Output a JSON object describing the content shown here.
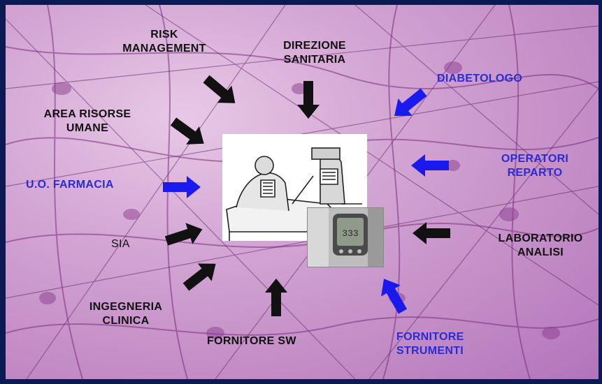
{
  "labels": {
    "risk": [
      "RISK",
      "MANAGEMENT"
    ],
    "direzione": [
      "DIREZIONE",
      "SANITARIA"
    ],
    "diabetologo": "DIABETOLOGO",
    "area": [
      "AREA RISORSE",
      "UMANE"
    ],
    "operatori": [
      "OPERATORI",
      "REPARTO"
    ],
    "farmacia": "U.O. FARMACIA",
    "sia": "SIA",
    "laboratorio": [
      "LABORATORIO",
      "ANALISI"
    ],
    "ingegneria": [
      "INGEGNERIA",
      "CLINICA"
    ],
    "fornitore_sw": "FORNITORE SW",
    "fornitore_strumenti": [
      "FORNITORE",
      "STRUMENTI"
    ]
  },
  "meter_reading": "333",
  "colors": {
    "black_label": "#111111",
    "blue_label": "#2b2bd6",
    "slide_bg": "#0b1a55",
    "blue_arrow": "#1a1aee"
  }
}
